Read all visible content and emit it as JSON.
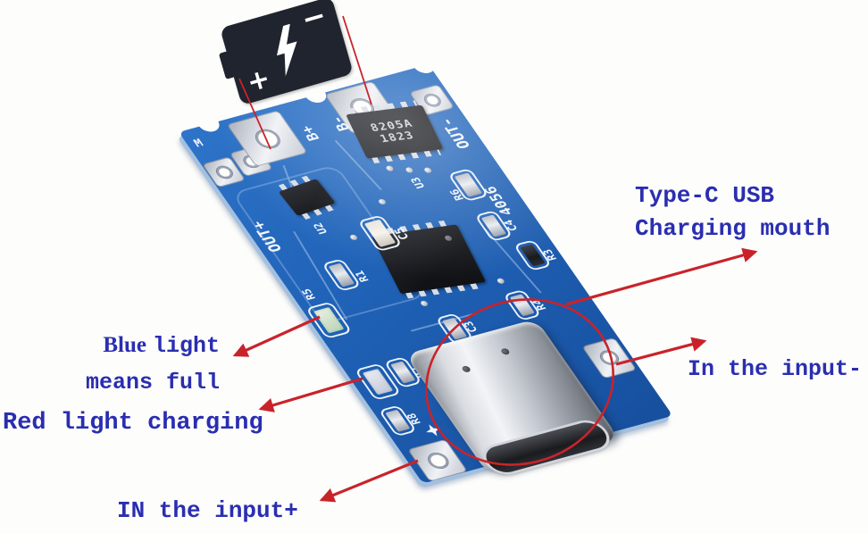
{
  "colors": {
    "pcb_blue": "#2063b8",
    "annotation_red": "#c9232a",
    "label_blue": "#2a2eb0",
    "silkscreen_white": "#f2f6fc",
    "battery_black": "#20242e"
  },
  "battery_icon": {
    "plus": "+",
    "minus": "−"
  },
  "annotations": {
    "type_c_line1": "Type-C USB",
    "type_c_line2": "Charging mouth",
    "input_minus": "In the input-",
    "blue_word": "Blue",
    "blue_rest": "light",
    "blue_line2": "means full",
    "red_light": "Red light charging",
    "input_plus": "IN the input+"
  },
  "board": {
    "chip_marking_line1": "8205A",
    "chip_marking_line2": "1823",
    "silkscreen": {
      "m": "M",
      "b_plus": "B+",
      "b_minus": "B-",
      "out_plus": "OUT+",
      "out_minus": "OUT-",
      "model": "4056",
      "u2": "U2",
      "u3": "U3",
      "c3": "C3",
      "c4": "C4",
      "c5": "C5",
      "r1": "R1",
      "r2": "R2",
      "r3": "R3",
      "r4": "R4",
      "r5": "R5",
      "r6": "R6",
      "r8": "R8"
    }
  }
}
